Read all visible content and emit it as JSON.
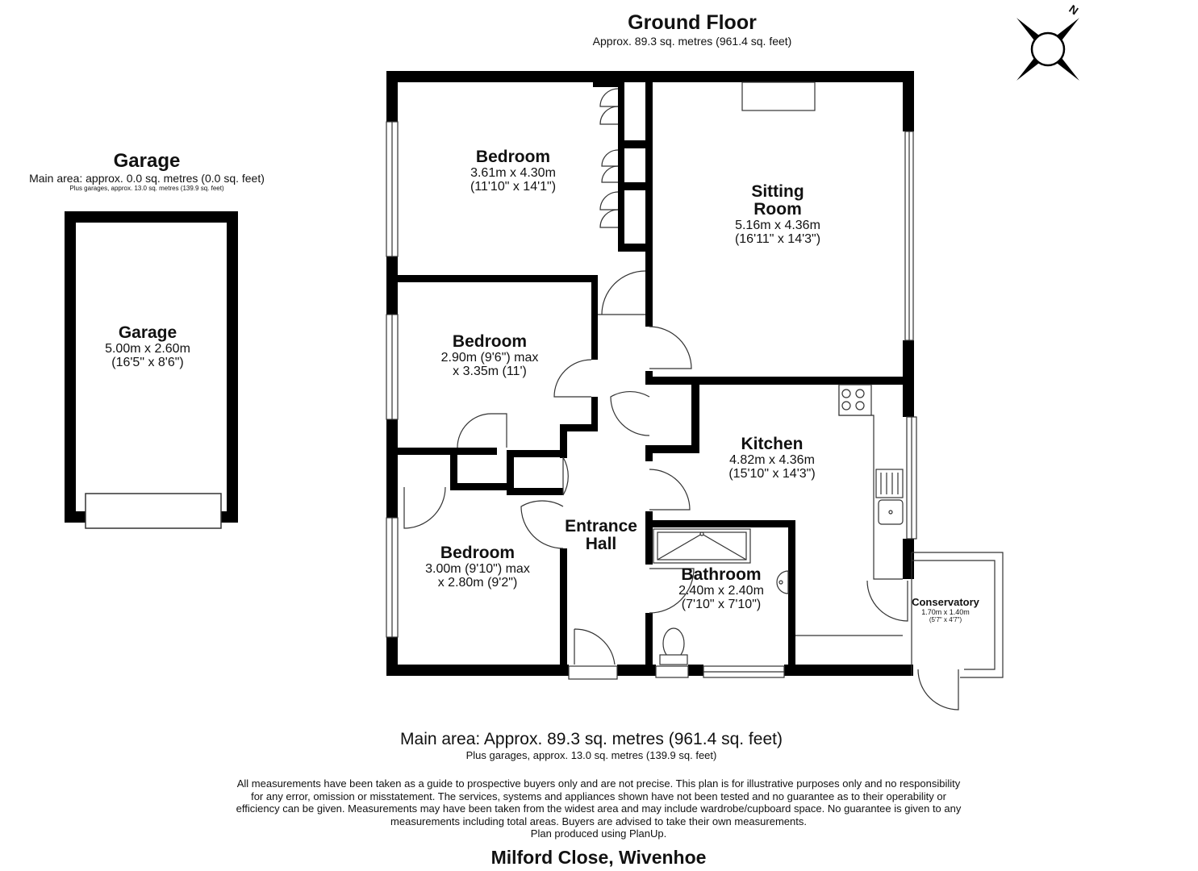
{
  "header": {
    "floor_title": "Ground Floor",
    "floor_area": "Approx. 89.3 sq. metres (961.4 sq. feet)"
  },
  "garage_block": {
    "title": "Garage",
    "main_area": "Main area: approx. 0.0 sq. metres (0.0 sq. feet)",
    "plus_garages": "Plus garages, approx. 13.0 sq. metres (139.9 sq. feet)"
  },
  "rooms": {
    "garage": {
      "name": "Garage",
      "dims": "5.00m x 2.60m",
      "dims_imperial": "(16'5\" x 8'6\")"
    },
    "bedroom1": {
      "name": "Bedroom",
      "dims": "3.61m x 4.30m",
      "dims_imperial": "(11'10\" x 14'1\")"
    },
    "sitting_room": {
      "name_line1": "Sitting",
      "name_line2": "Room",
      "dims": "5.16m x 4.36m",
      "dims_imperial": "(16'11\" x 14'3\")"
    },
    "bedroom2": {
      "name": "Bedroom",
      "dims": "2.90m (9'6\") max",
      "dims_imperial": "x 3.35m (11')"
    },
    "kitchen": {
      "name": "Kitchen",
      "dims": "4.82m x 4.36m",
      "dims_imperial": "(15'10\" x 14'3\")"
    },
    "entrance_hall": {
      "name_line1": "Entrance",
      "name_line2": "Hall"
    },
    "bedroom3": {
      "name": "Bedroom",
      "dims": "3.00m (9'10\") max",
      "dims_imperial": "x 2.80m (9'2\")"
    },
    "bathroom": {
      "name": "Bathroom",
      "dims": "2.40m x 2.40m",
      "dims_imperial": "(7'10\" x 7'10\")"
    },
    "conservatory": {
      "name": "Conservatory",
      "dims": "1.70m x 1.40m",
      "dims_imperial": "(5'7\" x 4'7\")"
    }
  },
  "compass": {
    "label": "N"
  },
  "footer": {
    "main_area": "Main area: Approx. 89.3 sq. metres (961.4 sq. feet)",
    "plus_garages": "Plus garages, approx. 13.0 sq. metres (139.9 sq. feet)",
    "disclaimer": [
      "All measurements have been taken as a guide to prospective buyers only and are not precise. This plan is for illustrative purposes only and no responsibility",
      "for any error, omission or misstatement. The services, systems and appliances shown have not been tested and no guarantee as to their operability or",
      "efficiency can be given. Measurements may have been taken from the widest area and may include wardrobe/cupboard space. No guarantee is given to any",
      "measurements including total areas. Buyers are advised to take their own measurements.",
      "Plan produced using PlanUp."
    ],
    "address": "Milford Close, Wivenhoe"
  }
}
